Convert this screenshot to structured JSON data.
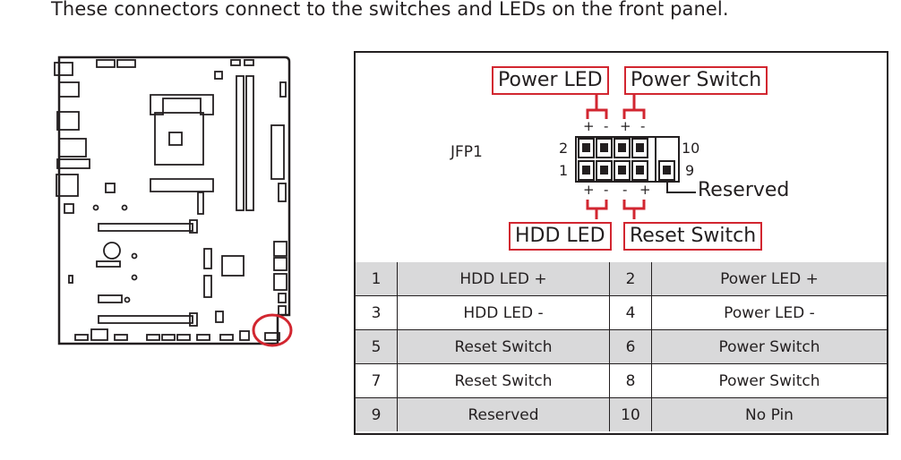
{
  "intro": "These connectors connect to the switches and LEDs on the front panel.",
  "header": {
    "name": "JFP1",
    "labels": {
      "power_led": "Power LED",
      "power_switch": "Power Switch",
      "hdd_led": "HDD LED",
      "reset_switch": "Reset Switch",
      "reserved": "Reserved"
    },
    "pin_numbers": {
      "top_left": "2",
      "bottom_left": "1",
      "top_right": "10",
      "bottom_right": "9"
    },
    "polarity": {
      "plus": "+",
      "minus": "-"
    }
  },
  "colors": {
    "highlight": "#d22630",
    "row_shade": "#d9d9da",
    "ink": "#231f20"
  },
  "pin_table": [
    {
      "pin_a": "1",
      "signal_a": "HDD LED +",
      "pin_b": "2",
      "signal_b": "Power LED +"
    },
    {
      "pin_a": "3",
      "signal_a": "HDD LED -",
      "pin_b": "4",
      "signal_b": "Power LED -"
    },
    {
      "pin_a": "5",
      "signal_a": "Reset Switch",
      "pin_b": "6",
      "signal_b": "Power Switch"
    },
    {
      "pin_a": "7",
      "signal_a": "Reset Switch",
      "pin_b": "8",
      "signal_b": "Power Switch"
    },
    {
      "pin_a": "9",
      "signal_a": "Reserved",
      "pin_b": "10",
      "signal_b": "No Pin"
    }
  ]
}
